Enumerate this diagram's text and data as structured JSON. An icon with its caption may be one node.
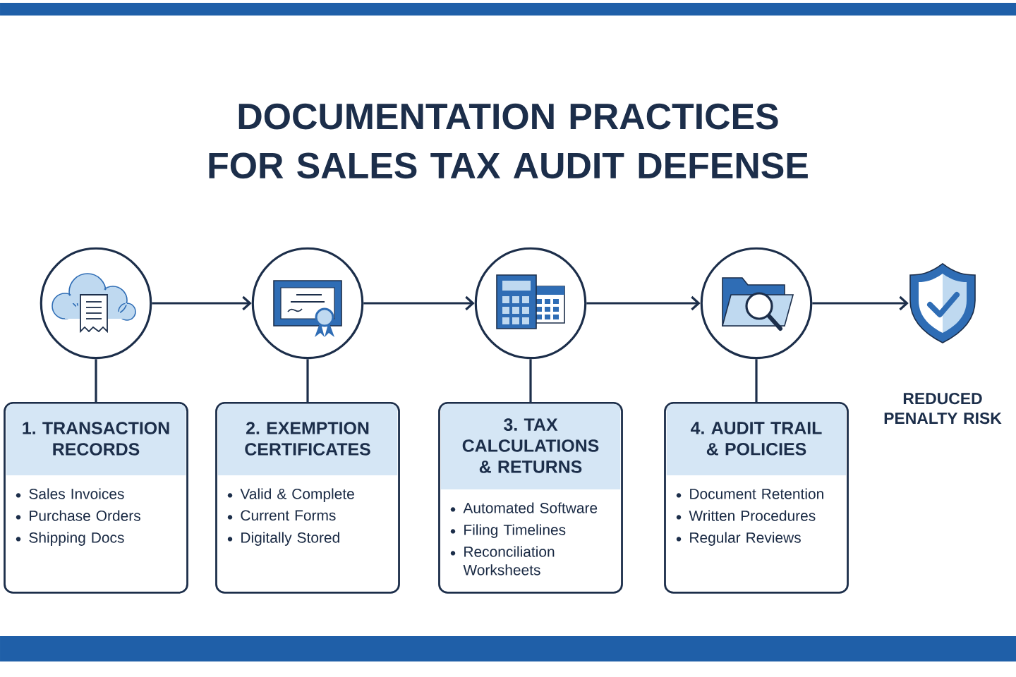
{
  "diagram": {
    "title": "DOCUMENTATION PRACTICES FOR SALES TAX AUDIT DEFENSE",
    "nodes": [
      {
        "text": [],
        "shape": "circle"
      },
      {
        "text": [],
        "shape": "circle"
      },
      {
        "text": [],
        "shape": "circle"
      },
      {
        "text": [],
        "shape": "circle"
      },
      {
        "text": [],
        "shape": "picture",
        "beside": [
          "REDUCED PENALTY RISK"
        ]
      },
      {
        "text": [
          "1. TRANSACTION RECORDS",
          "Sales Invoices",
          "Purchase Orders",
          "Shipping Docs"
        ]
      },
      {
        "text": [
          "2. EXEMPTION CERTIFICATES",
          "Valid & Complete",
          "Current Forms",
          "Digitally Stored"
        ]
      },
      {
        "text": [
          "3. TAX CALCULATIONS & RETURNS",
          "Automated Software",
          "Filing Timelines",
          "Reconciliation Worksheets"
        ]
      },
      {
        "text": [
          "4. AUDIT TRAIL & POLICIES",
          "Document Retention",
          "Written Procedures",
          "Regular Reviews"
        ]
      }
    ],
    "edges": [
      {
        "from": 0,
        "to": 1,
        "arrow": "to"
      },
      {
        "from": 1,
        "to": 2,
        "arrow": "to"
      },
      {
        "from": 2,
        "to": 3,
        "arrow": "to"
      },
      {
        "from": 3,
        "to": 4,
        "arrow": "to"
      },
      {
        "from": 0,
        "to": 5,
        "arrow": "none"
      },
      {
        "from": 1,
        "to": 6,
        "arrow": "none"
      },
      {
        "from": 2,
        "to": 7,
        "arrow": "none"
      },
      {
        "from": 3,
        "to": 8,
        "arrow": "none"
      }
    ]
  }
}
